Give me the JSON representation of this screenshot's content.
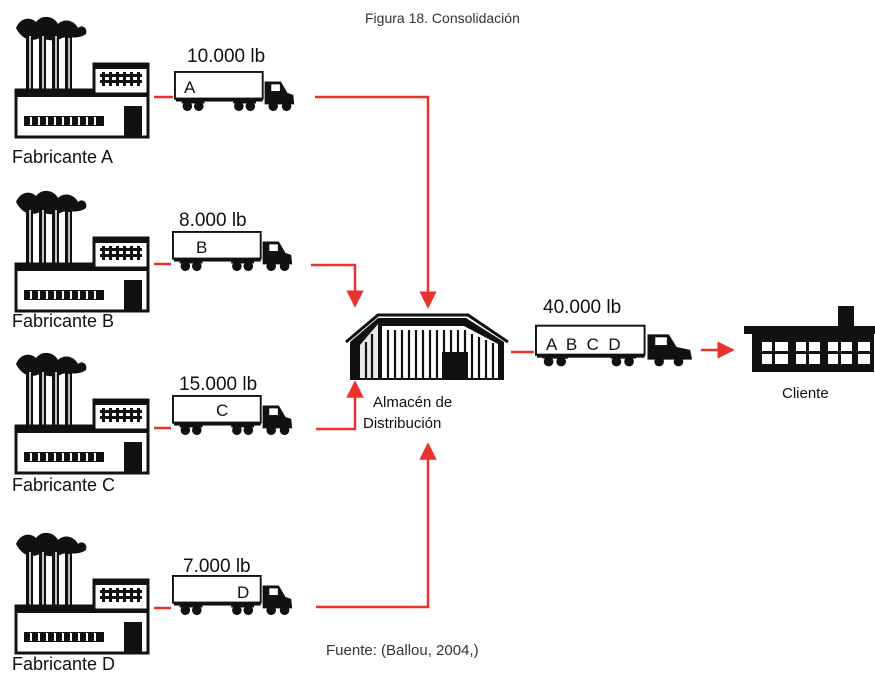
{
  "figure": {
    "caption": "Figura 18. Consolidación",
    "source": "Fuente: (Ballou, 2004,)"
  },
  "manufacturers": [
    {
      "label": "Fabricante A",
      "load": "10.000 lb",
      "cargo": "A"
    },
    {
      "label": "Fabricante B",
      "load": "8.000 lb",
      "cargo": "B"
    },
    {
      "label": "Fabricante C",
      "load": "15.000 lb",
      "cargo": "C"
    },
    {
      "label": "Fabricante D",
      "load": "7.000 lb",
      "cargo": "D"
    }
  ],
  "warehouse": {
    "label_line1": "Almacén de",
    "label_line2": "Distribución"
  },
  "consolidated": {
    "load": "40.000 lb",
    "cargo": "A  B  C  D"
  },
  "customer": {
    "label": "Cliente"
  },
  "colors": {
    "arrow": "#e8322b",
    "icon": "#111111"
  }
}
